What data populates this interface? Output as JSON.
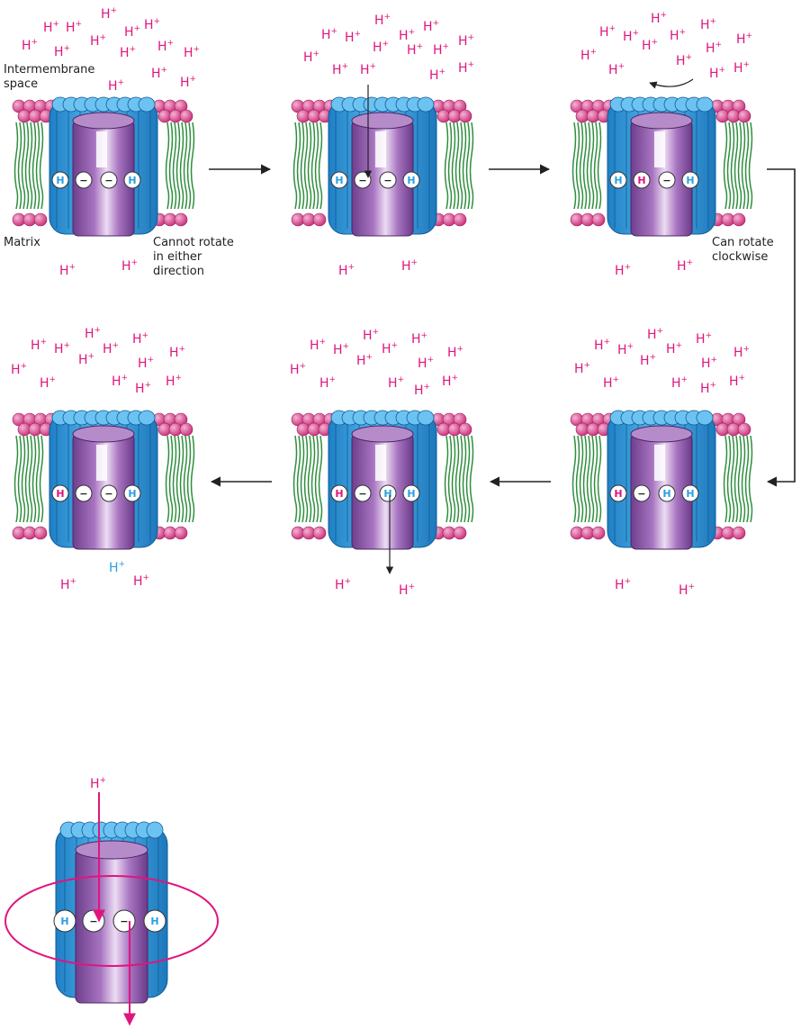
{
  "labels": {
    "intermembrane_line1": "Intermembrane",
    "intermembrane_line2": "space",
    "matrix": "Matrix",
    "cannot_line1": "Cannot rotate",
    "cannot_line2": "in either",
    "cannot_line3": "direction",
    "can_line1": "Can rotate",
    "can_line2": "clockwise"
  },
  "symbols": {
    "proton": "H",
    "proton_charge": "+",
    "minus": "−"
  },
  "colors": {
    "proton_magenta": "#e0157d",
    "proton_blue": "#2a9fe0",
    "lipid_head": "#d8428a",
    "lipid_tail": "#2f8f3e",
    "subunit_blue": "#3aa6e3",
    "rotor_purple": "#9b63b3",
    "arrow": "#222222"
  },
  "panels": [
    {
      "id": "p1",
      "sites": [
        "H",
        "-",
        "-",
        "H"
      ],
      "site_colors": [
        "blue",
        "none",
        "none",
        "blue"
      ]
    },
    {
      "id": "p2",
      "sites": [
        "H",
        "-",
        "-",
        "H"
      ],
      "site_colors": [
        "blue",
        "none",
        "none",
        "blue"
      ]
    },
    {
      "id": "p3",
      "sites": [
        "H",
        "H",
        "-",
        "H"
      ],
      "site_colors": [
        "blue",
        "magenta",
        "none",
        "blue"
      ]
    },
    {
      "id": "p4",
      "sites": [
        "H",
        "-",
        "H",
        "H"
      ],
      "site_colors": [
        "magenta",
        "none",
        "blue",
        "blue"
      ]
    },
    {
      "id": "p5",
      "sites": [
        "H",
        "-",
        "H",
        "H"
      ],
      "site_colors": [
        "magenta",
        "none",
        "blue",
        "blue"
      ]
    },
    {
      "id": "p6",
      "sites": [
        "H",
        "-",
        "-",
        "H"
      ],
      "site_colors": [
        "magenta",
        "none",
        "none",
        "blue"
      ]
    }
  ]
}
